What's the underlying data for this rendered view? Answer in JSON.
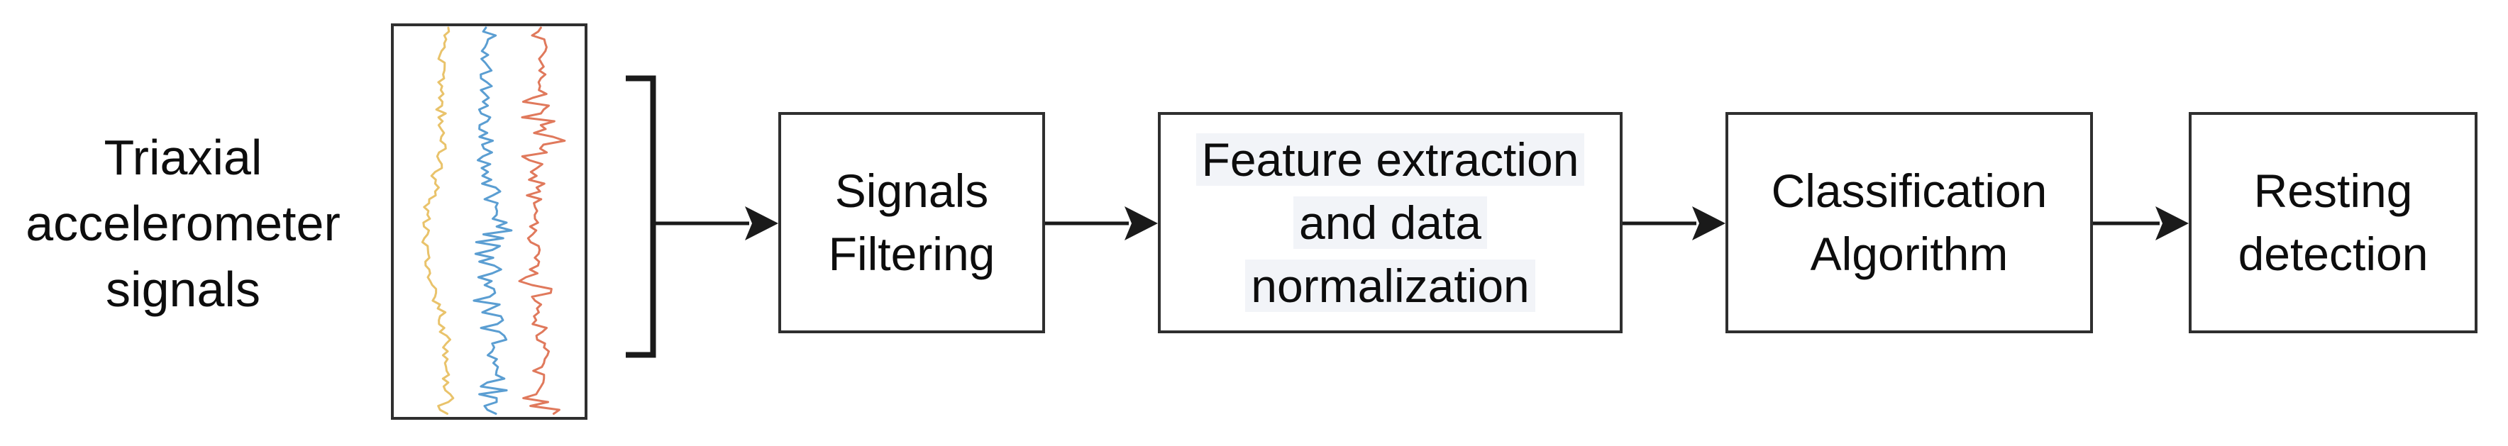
{
  "input_label": {
    "lines": [
      "Triaxial",
      "accelerometer",
      "signals"
    ]
  },
  "signal_panel": {
    "traces": [
      {
        "name": "x-axis-trace",
        "color": "#e9c36b"
      },
      {
        "name": "y-axis-trace",
        "color": "#5b9ed2"
      },
      {
        "name": "z-axis-trace",
        "color": "#e0795c"
      }
    ]
  },
  "flow": {
    "boxes": [
      {
        "id": "signals-filtering",
        "lines": [
          "Signals",
          "Filtering"
        ]
      },
      {
        "id": "feature-extraction",
        "lines": [
          "Feature extraction",
          "and data",
          "normalization"
        ]
      },
      {
        "id": "classification-algorithm",
        "lines": [
          "Classification",
          "Algorithm"
        ]
      },
      {
        "id": "resting-detection",
        "lines": [
          "Resting",
          "detection"
        ]
      }
    ]
  },
  "colors": {
    "box_border": "#2f2f2f",
    "connector": "#1a1a1a",
    "text": "#0d0d0d",
    "line_highlight": "#f2f4f8",
    "background": "#ffffff"
  }
}
